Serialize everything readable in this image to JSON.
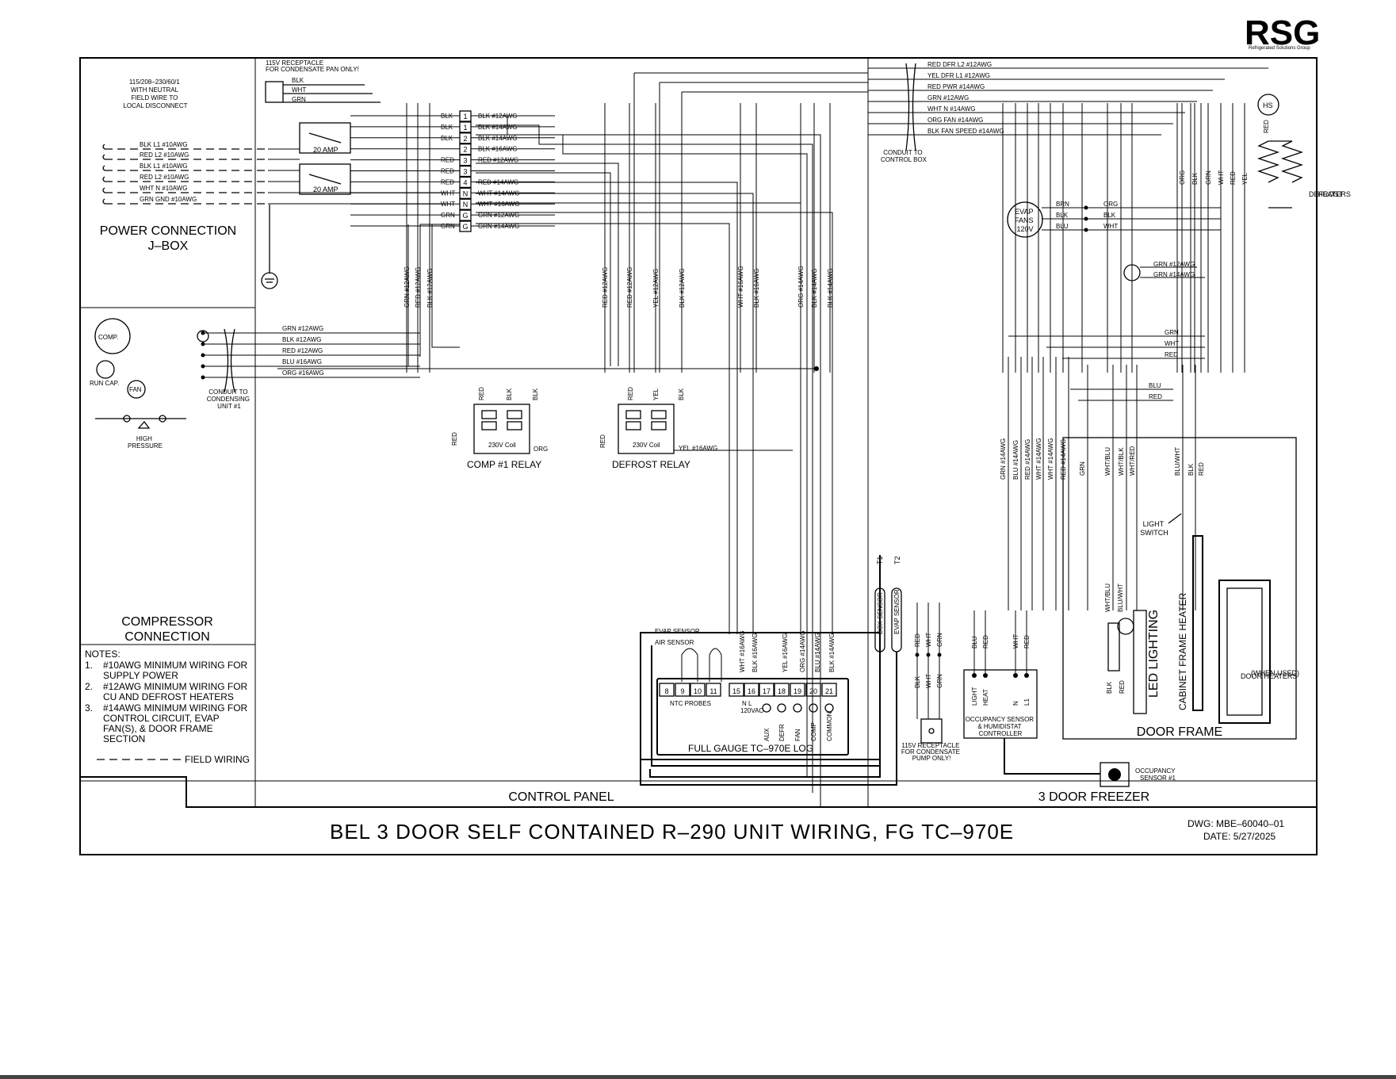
{
  "logo": {
    "text": "RSG",
    "subtitle": "Refrigerated Solutions Group"
  },
  "title": "BEL 3 DOOR SELF CONTAINED R–290 UNIT WIRING, FG TC–970E",
  "drawing": {
    "dwg": "DWG:  MBE–60040–01",
    "date": "DATE:  5/27/2025"
  },
  "sections": {
    "power_connection": [
      "POWER CONNECTION",
      "J–BOX"
    ],
    "compressor_connection": [
      "COMPRESSOR",
      "CONNECTION"
    ],
    "control_panel": "CONTROL PANEL",
    "freezer": "3 DOOR FREEZER",
    "door_frame": "DOOR FRAME"
  },
  "supply": {
    "label": [
      "115/208–230/60/1",
      "WITH NEUTRAL",
      "FIELD WIRE TO",
      "LOCAL DISCONNECT"
    ],
    "wires": [
      "BLK L1 #10AWG",
      "RED L2 #10AWG",
      "BLK L1 #10AWG",
      "RED L2 #10AWG",
      "WHT N #10AWG",
      "GRN GND #10AWG"
    ],
    "receptacle": [
      "115V RECEPTACLE",
      "FOR CONDENSATE PAN ONLY!"
    ],
    "receptacle_wires": [
      "BLK",
      "WHT",
      "GRN"
    ],
    "breakers": [
      "20 AMP",
      "20 AMP"
    ]
  },
  "terminal_block": {
    "left_labels": [
      "BLK",
      "BLK",
      "BLK",
      "",
      "RED",
      "RED",
      "RED",
      "WHT",
      "WHT",
      "GRN",
      "GRN"
    ],
    "numbers": [
      "1",
      "1",
      "2",
      "2",
      "3",
      "3",
      "4",
      "N",
      "N",
      "G",
      "G"
    ],
    "right_labels": [
      "BLK #12AWG",
      "BLK #14AWG",
      "BLK #14AWG",
      "BLK #16AWG",
      "RED #12AWG",
      "",
      "RED #14AWG",
      "WHT #14AWG",
      "WHT #16AWG",
      "GRN #12AWG",
      "GRN #14AWG"
    ]
  },
  "vertical_labels": {
    "comp_group": [
      "GRN #12AWG",
      "RED #12AWG",
      "BLK #12AWG"
    ],
    "defrost_group": [
      "RED #12AWG",
      "RED #12AWG",
      "YEL #12AWG",
      "BLK #12AWG"
    ],
    "control_group": [
      "WHT #16AWG",
      "BLK #16AWG",
      "ORG #14AWG",
      "BLK #14AWG",
      "BLK #14AWG"
    ],
    "controller_wires": [
      "WHT #16AWG",
      "BLK #16AWG",
      "YEL #16AWG",
      "ORG #14AWG",
      "BLU #14AWG",
      "BLK #14AWG"
    ],
    "freezer_group": [
      "GRN #14AWG",
      "BLU #14AWG",
      "RED #14AWG",
      "WHT #14AWG",
      "WHT #14AWG",
      "RED #14AWG"
    ],
    "door_group": [
      "GRN",
      "WHT/BLU",
      "WHT/BLK",
      "WHT/RED",
      "BLU/WHT",
      "BLK",
      "RED"
    ],
    "heater_group": [
      "ORG",
      "BLK",
      "GRN",
      "WHT",
      "RED",
      "YEL"
    ]
  },
  "compressor": {
    "comp": "COMP.",
    "run_cap": "RUN CAP.",
    "fan": "FAN",
    "high_pressure": [
      "HIGH",
      "PRESSURE"
    ],
    "conduit": [
      "CONDUIT TO",
      "CONDENSING",
      "UNIT #1"
    ],
    "wires": [
      "GRN #12AWG",
      "BLK #12AWG",
      "RED #12AWG",
      "BLU #16AWG",
      "ORG #16AWG"
    ]
  },
  "relays": {
    "comp": {
      "label": "COMP #1 RELAY",
      "coil": "230V Coil",
      "wires": [
        "RED",
        "BLK",
        "BLK"
      ],
      "side": [
        "RED",
        "ORG"
      ]
    },
    "defrost": {
      "label": "DEFROST RELAY",
      "coil": "230V Coil",
      "wires": [
        "RED",
        "YEL",
        "BLK"
      ],
      "side": "RED",
      "out": "YEL #16AWG"
    }
  },
  "controller": {
    "name": "FULL GAUGE TC–970E LOG",
    "terminals": [
      "8",
      "9",
      "10",
      "11",
      "15",
      "16",
      "17",
      "18",
      "19",
      "20",
      "21"
    ],
    "ntc": "NTC PROBES",
    "nl": "N   L",
    "vac": "120VAC",
    "outputs": [
      "AUX",
      "DEFR",
      "FAN",
      "COMP",
      "COMMON"
    ],
    "evap_sensor": "EVAP SENSOR",
    "air_sensor": "AIR SENSOR"
  },
  "freezer": {
    "conduit_wires": [
      "RED DFR L2 #12AWG",
      "YEL DFR L1 #12AWG",
      "RED PWR #14AWG",
      "GRN #12AWG",
      "WHT N #14AWG",
      "ORG FAN #14AWG",
      "BLK FAN SPEED #14AWG"
    ],
    "conduit": [
      "CONDUIT TO",
      "CONTROL BOX"
    ],
    "hs": "HS",
    "heater_red": "RED",
    "defrost_heaters": [
      "DEFROST",
      "HEATERS"
    ],
    "evap_fans": [
      "EVAP",
      "FANS",
      "120V"
    ],
    "evap_left": [
      "BRN",
      "BLK",
      "BLU"
    ],
    "evap_right": [
      "ORG",
      "BLK",
      "WHT"
    ],
    "ground_wires": [
      "GRN #12AWG",
      "GRN #14AWG"
    ],
    "bus_wires": [
      "GRN",
      "WHT",
      "RED",
      "BLU",
      "RED"
    ],
    "t_sensors": [
      "T1",
      "T2"
    ],
    "sensor_names": [
      "BOX SENSOR",
      "EVAP SENSOR"
    ],
    "receptacle_wires": [
      "RED",
      "WHT",
      "GRN"
    ],
    "receptacle_lower": [
      "BLK",
      "WHT",
      "GRN"
    ],
    "receptacle": [
      "115V RECEPTACLE",
      "FOR CONDENSATE",
      "PUMP ONLY!"
    ],
    "occ_wires": [
      "BLU",
      "RED",
      "WHT",
      "RED"
    ],
    "occ_terms": [
      "LIGHT",
      "HEAT",
      "N",
      "L1"
    ],
    "occ_controller": [
      "OCCUPANCY SENSOR",
      "& HUMIDISTAT",
      "CONTROLLER"
    ],
    "occ_sensor": [
      "OCCUPANCY",
      "SENSOR #1"
    ],
    "light_switch": [
      "LIGHT",
      "SWITCH"
    ],
    "led_lighting": "LED LIGHTING",
    "led_wires": [
      "WHT/BLU",
      "BLU/WHT",
      "BLK",
      "RED"
    ],
    "cabinet_heater": "CABINET FRAME HEATER",
    "door_heaters": [
      "DOOR HEATERS",
      "(WHEN USED)"
    ]
  },
  "notes": {
    "title": "NOTES:",
    "items": [
      [
        "1.",
        "#10AWG MINIMUM WIRING FOR",
        "SUPPLY POWER"
      ],
      [
        "2.",
        "#12AWG MINIMUM WIRING FOR",
        "CU AND DEFROST HEATERS"
      ],
      [
        "3.",
        "#14AWG MINIMUM WIRING FOR",
        "CONTROL CIRCUIT, EVAP",
        "FAN(S), & DOOR FRAME",
        "SECTION"
      ]
    ],
    "legend": "FIELD WIRING"
  }
}
